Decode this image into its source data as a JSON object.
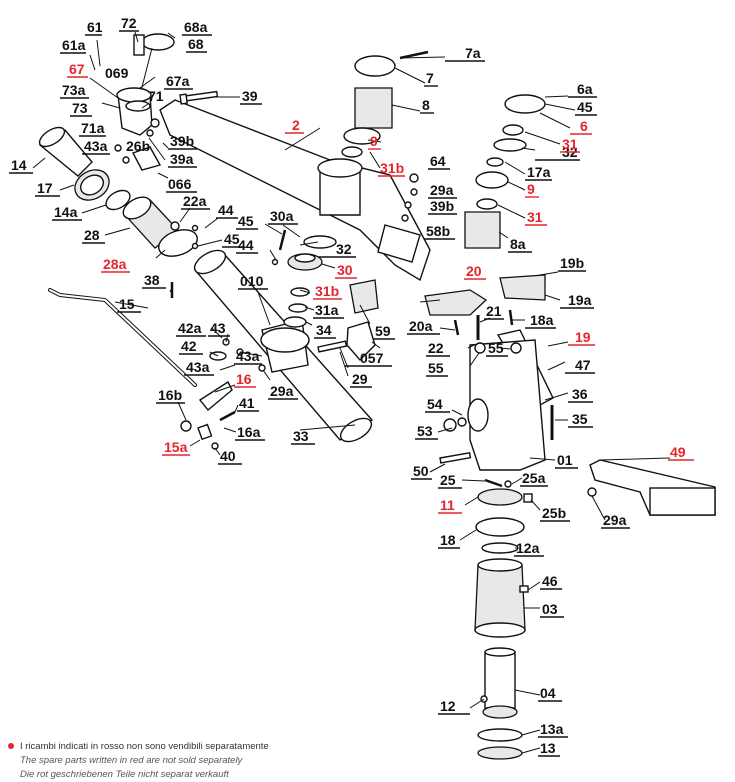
{
  "labels": {
    "l61": "61",
    "l61a": "61a",
    "l72": "72",
    "l68a": "68a",
    "l68": "68",
    "l67": "67",
    "l069": "069",
    "l67a": "67a",
    "l73a": "73a",
    "l73": "73",
    "l71": "71",
    "l39": "39",
    "l7a": "7a",
    "l7": "7",
    "l8": "8",
    "l6a": "6a",
    "l45a": "45",
    "l6": "6",
    "l2": "2",
    "l71a": "71a",
    "l39b": "39b",
    "l39a": "39a",
    "l43a": "43a",
    "l26b": "26b",
    "l066": "066",
    "l14": "14",
    "l17": "17",
    "l9a": "9",
    "l31b": "31b",
    "l32a": "32",
    "l31a": "31",
    "l17a": "17a",
    "l64": "64",
    "l29a": "29a",
    "l39b2": "39b",
    "l9b": "9",
    "l31c": "31",
    "l14a": "14a",
    "l28": "28",
    "l22a": "22a",
    "l44a": "44",
    "l45b": "45",
    "l30a": "30a",
    "l45c": "45",
    "l44b": "44",
    "l58b": "58b",
    "l8a": "8a",
    "l32b": "32",
    "l28a": "28a",
    "l30": "30",
    "l20": "20",
    "l19b": "19b",
    "l38": "38",
    "l15": "15",
    "l010": "010",
    "l31b2": "31b",
    "l31a2": "31a",
    "l19a": "19a",
    "l59": "59",
    "l18a": "18a",
    "l21": "21",
    "l20a": "20a",
    "l42a": "42a",
    "l43": "43",
    "l34": "34",
    "l19": "19",
    "l42": "42",
    "l22": "22",
    "l55a": "55",
    "l43a2": "43a",
    "l057": "057",
    "l47": "47",
    "l43a3": "43a",
    "l55b": "55",
    "l16": "16",
    "l29": "29",
    "l29a2": "29a",
    "l36": "36",
    "l16b": "16b",
    "l41": "41",
    "l54": "54",
    "l35": "35",
    "l16a": "16a",
    "l33": "33",
    "l53": "53",
    "l15a": "15a",
    "l40": "40",
    "l49": "49",
    "l01": "01",
    "l50": "50",
    "l25": "25",
    "l25a": "25a",
    "l11": "11",
    "l25b": "25b",
    "l29a3": "29a",
    "l18": "18",
    "l12a": "12a",
    "l46": "46",
    "l03": "03",
    "l12": "12",
    "l04": "04",
    "l13a": "13a",
    "l13": "13"
  },
  "highlight_color": "#e3262b",
  "footnote": {
    "it": "I ricambi indicati in rosso non sono vendibili separatamente",
    "en": "The spare parts written in red are not sold separately",
    "de": "Die rot geschriebenen Teile nicht separat verkauft"
  }
}
